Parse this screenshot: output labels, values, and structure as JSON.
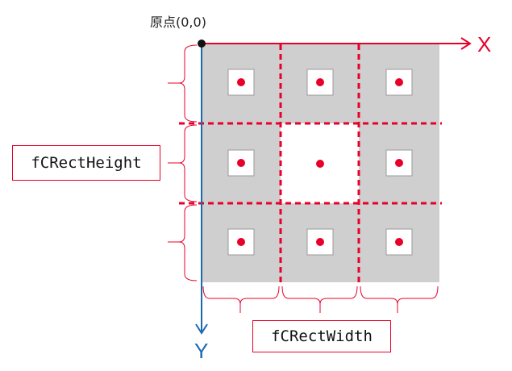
{
  "origin_label": "原点(0,0)",
  "x_axis_label": "X",
  "y_axis_label": "Y",
  "height_param": "fCRectHeight",
  "width_param": "fCRectWidth",
  "grid": {
    "rows": 3,
    "cols": 3,
    "center_cell_color": "#ffffff",
    "cell_color": "#cfcfcf"
  },
  "colors": {
    "x_axis": "#e8002a",
    "y_axis": "#1a6ab0",
    "dashes": "#e8002a",
    "braces": "#e8002a",
    "dots": "#e8002a"
  }
}
